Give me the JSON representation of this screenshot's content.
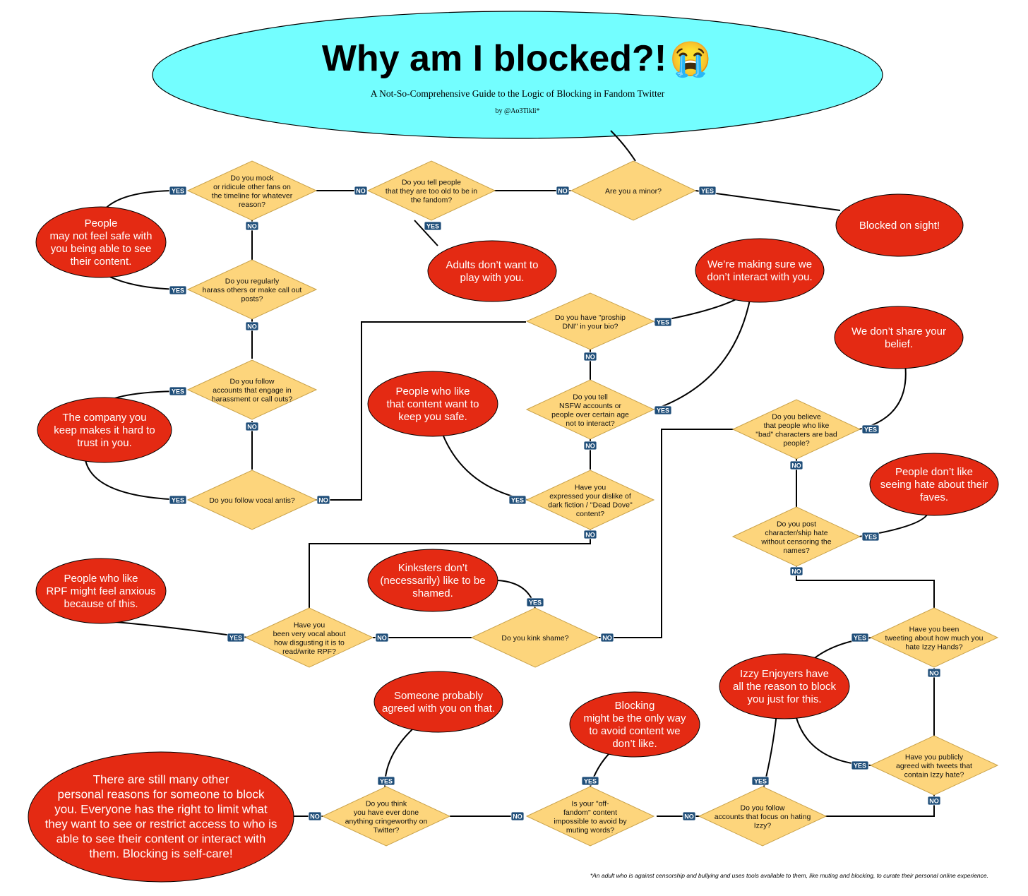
{
  "title": "Why am I blocked?!",
  "title_emoji": "😭",
  "subtitle": "A Not-So-Comprehensive Guide to the Logic of Blocking in Fandom Twitter",
  "byline": "by @Ao3Tikli*",
  "footnote": "*An adult who is against censorship and bullying and uses tools available to them, like muting and blocking, to curate their personal online experience.",
  "colors": {
    "title_ellipse": "#73feff",
    "question": "#fdd57c",
    "outcome": "#e42a13",
    "badge": "#1f4e79"
  },
  "labels": {
    "yes": "YES",
    "no": "NO"
  },
  "questions": {
    "minor": [
      "Are you a minor?"
    ],
    "too_old": [
      "Do you tell people",
      "that they are too old to be in",
      "the fandom?"
    ],
    "mock": [
      "Do you mock",
      "or ridicule other fans on",
      "the timeline for whatever",
      "reason?"
    ],
    "harass": [
      "Do you regularly",
      "harass others or make call out",
      "posts?"
    ],
    "follow_harass": [
      "Do you follow",
      "accounts that engage in",
      "harassment or call outs?"
    ],
    "vocal_antis": [
      "Do you follow vocal antis?"
    ],
    "proship": [
      "Do you have \"proship",
      "DNI\" in your bio?"
    ],
    "nsfw": [
      "Do you tell",
      "NSFW accounts or",
      "people over certain age",
      "not to interact?"
    ],
    "dark_fic": [
      "Have you",
      "expressed your dislike of",
      "dark fiction / \"Dead Dove\"",
      "content?"
    ],
    "rpf": [
      "Have you",
      "been very vocal about",
      "how disgusting it is to",
      "read/write RPF?"
    ],
    "kink": [
      "Do you kink shame?"
    ],
    "bad_chars": [
      "Do you believe",
      "that people who like",
      "\"bad\" characters are bad",
      "people?"
    ],
    "ship_hate": [
      "Do you post",
      "character/ship hate",
      "without censoring the",
      "names?"
    ],
    "izzy_tweet": [
      "Have you been",
      "tweeting about how much you",
      "hate Izzy Hands?"
    ],
    "izzy_agree": [
      "Have you publicly",
      "agreed with tweets that",
      "contain Izzy hate?"
    ],
    "izzy_follow": [
      "Do you follow",
      "accounts that focus on hating",
      "Izzy?"
    ],
    "off_fandom": [
      "Is your \"off-",
      "fandom\" content",
      "impossible to avoid by",
      "muting words?"
    ],
    "cringe": [
      "Do you think",
      "you have ever done",
      "anything cringeworthy on",
      "Twitter?"
    ]
  },
  "outcomes": {
    "blocked_sight": [
      "Blocked on sight!"
    ],
    "adults": [
      "Adults don’t want to",
      "play with you."
    ],
    "not_safe": [
      "People",
      "may not feel safe with",
      "you being able to see",
      "their content."
    ],
    "company": [
      "The company you",
      "keep makes it hard to",
      "trust in you."
    ],
    "not_interact": [
      "We’re making sure we",
      "don’t interact with you."
    ],
    "belief": [
      "We don’t share your",
      "belief."
    ],
    "keep_safe": [
      "People who like",
      "that content want to",
      "keep you safe."
    ],
    "faves": [
      "People don’t like",
      "seeing hate about their",
      "faves."
    ],
    "rpf_anxious": [
      "People who like",
      "RPF might feel anxious",
      "because of this."
    ],
    "kinksters": [
      "Kinksters don’t",
      "(necessarily) like to be",
      "shamed."
    ],
    "izzy_enjoyers": [
      "Izzy Enjoyers have",
      "all the reason to block",
      "you just for this."
    ],
    "agreed": [
      "Someone probably",
      "agreed with you on that."
    ],
    "only_way": [
      "Blocking",
      "might be the only way",
      "to avoid content we",
      "don’t like."
    ],
    "self_care": [
      "There are still many other",
      "personal reasons for someone to block",
      "you. Everyone has the right to limit what",
      "they want to see or restrict access to who is",
      "able to see their content or interact with",
      "them. Blocking is self-care!"
    ]
  }
}
